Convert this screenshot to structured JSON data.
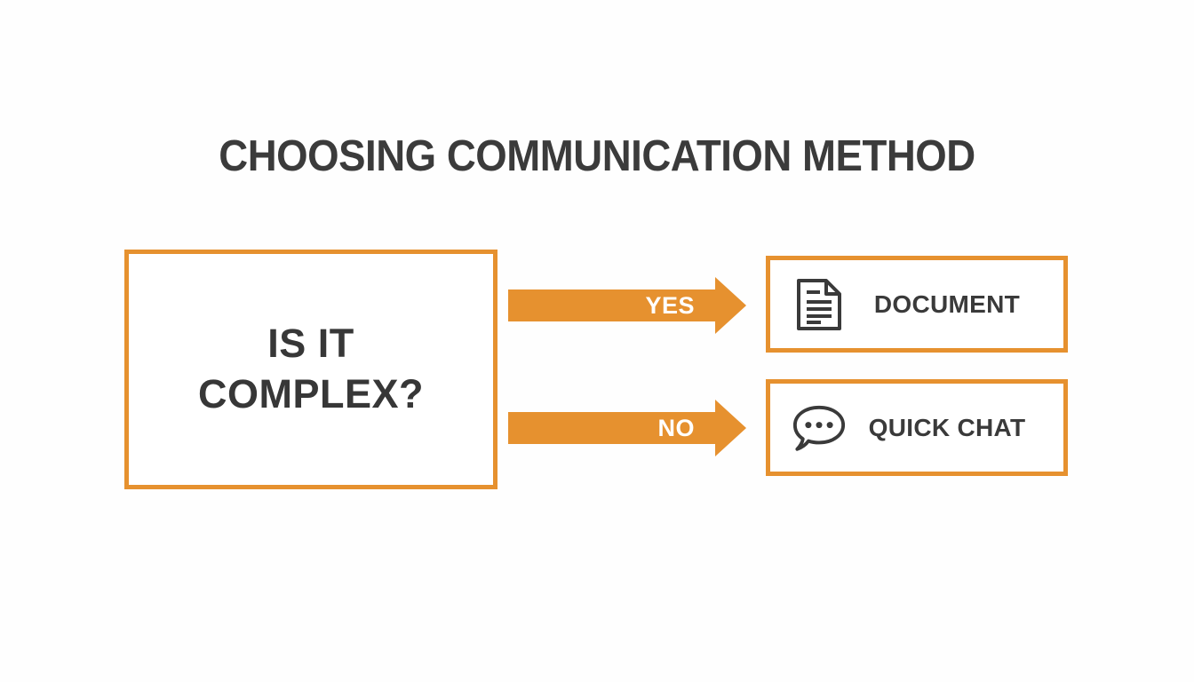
{
  "diagram": {
    "title": "CHOOSING COMMUNICATION METHOD",
    "background_color": "#fefefe",
    "accent_color": "#e6912f",
    "text_color": "#3a3a3a"
  },
  "decision": {
    "line1": "IS IT",
    "line2": "COMPLEX?"
  },
  "branches": [
    {
      "label": "YES",
      "icon": "document-icon",
      "outcome": "DOCUMENT"
    },
    {
      "label": "NO",
      "icon": "speech-bubble-icon",
      "outcome": "QUICK CHAT"
    }
  ]
}
